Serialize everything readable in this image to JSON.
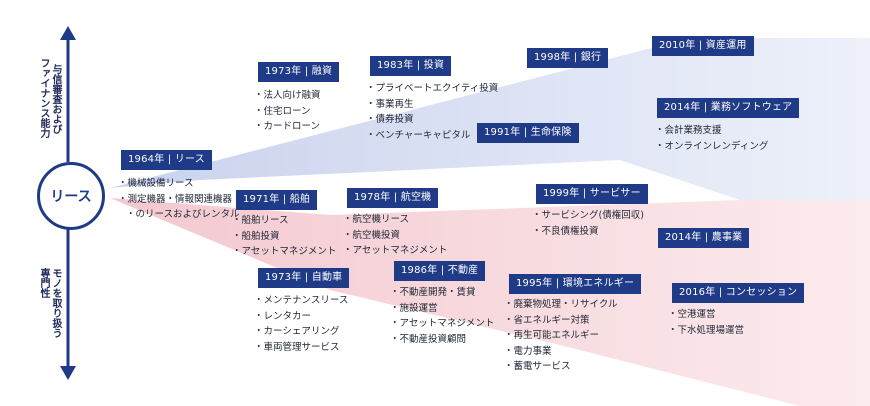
{
  "core": {
    "label": "リース"
  },
  "axis": {
    "top_lines": [
      "与信審査および",
      "ファイナンス能力"
    ],
    "bottom_lines": [
      "モノを取り扱う",
      "専門性"
    ]
  },
  "colors": {
    "label_bg": "#1f3a86",
    "upper_band": "#dde3f4",
    "lower_band": "#f8dde1"
  },
  "events": {
    "lease1964": {
      "label": "1964年 | リース",
      "items": [
        "機械設備リース",
        "測定機器・情報関連機器",
        "のリースおよびレンタル"
      ]
    },
    "finance1973": {
      "label": "1973年 | 融資",
      "items": [
        "法人向け融資",
        "住宅ローン",
        "カードローン"
      ]
    },
    "invest1983": {
      "label": "1983年 | 投資",
      "items": [
        "プライベートエクイティ投資",
        "事業再生",
        "債券投資",
        "ベンチャーキャピタル"
      ]
    },
    "bank1998": {
      "label": "1998年 | 銀行"
    },
    "asset2010": {
      "label": "2010年 | 資産運用"
    },
    "software2014": {
      "label": "2014年 | 業務ソフトウェア",
      "items": [
        "会計業務支援",
        "オンラインレンディング"
      ]
    },
    "life1991": {
      "label": "1991年 | 生命保険"
    },
    "ship1971": {
      "label": "1971年 | 船舶",
      "items": [
        "船舶リース",
        "船舶投資",
        "アセットマネジメント"
      ]
    },
    "aircraft1978": {
      "label": "1978年 | 航空機",
      "items": [
        "航空機リース",
        "航空機投資",
        "アセットマネジメント"
      ]
    },
    "servicer1999": {
      "label": "1999年 | サービサー",
      "items": [
        "サービシング(債権回収)",
        "不良債権投資"
      ]
    },
    "agri2014": {
      "label": "2014年 | 農事業"
    },
    "auto1973": {
      "label": "1973年 | 自動車",
      "items": [
        "メンテナンスリース",
        "レンタカー",
        "カーシェアリング",
        "車両管理サービス"
      ]
    },
    "realestate1986": {
      "label": "1986年 | 不動産",
      "items": [
        "不動産開発・賃貸",
        "施設運営",
        "アセットマネジメント",
        "不動産投資顧問"
      ]
    },
    "energy1995": {
      "label": "1995年 | 環境エネルギー",
      "items": [
        "廃棄物処理・リサイクル",
        "省エネルギー対策",
        "再生可能エネルギー",
        "電力事業",
        "蓄電サービス"
      ]
    },
    "concession2016": {
      "label": "2016年 | コンセッション",
      "items": [
        "空港運営",
        "下水処理場運営"
      ]
    }
  }
}
